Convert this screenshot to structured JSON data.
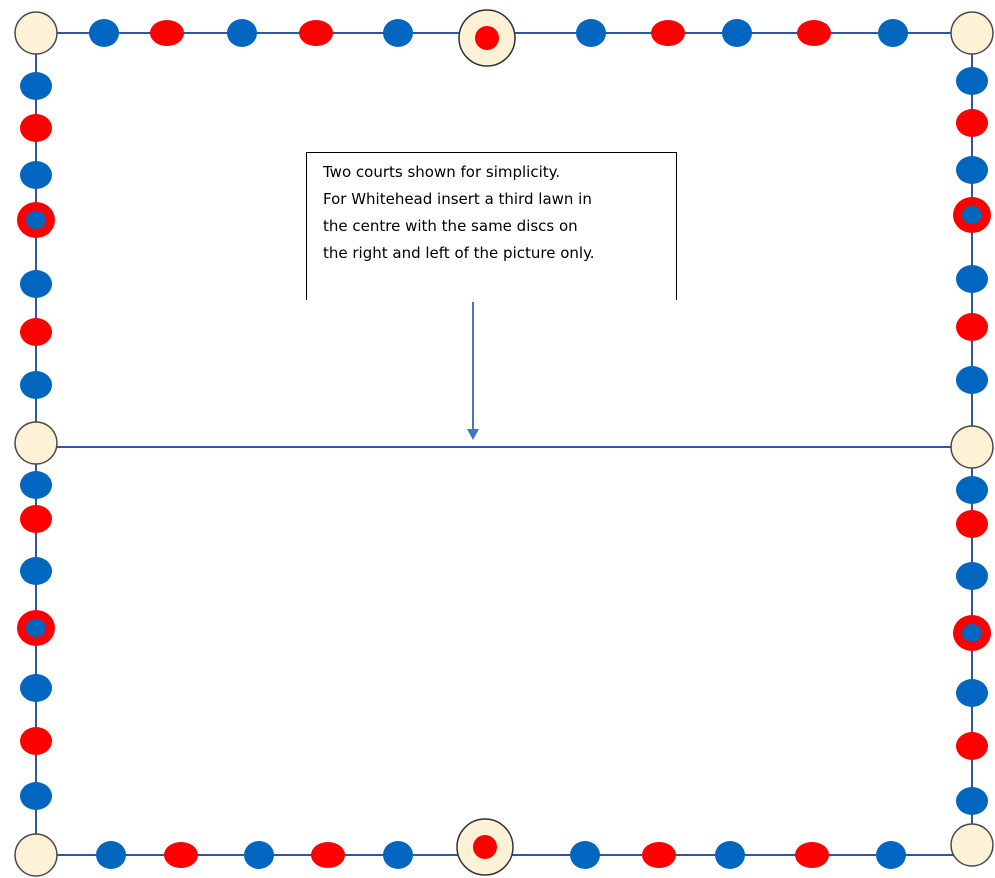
{
  "colors": {
    "line": "#2f55a4",
    "blue_disc": "#0066c0",
    "red_disc": "#ff0000",
    "corner_peg": "#fdf1d6",
    "arrow": "#4472c4"
  },
  "note": {
    "lines": [
      "Two courts shown for simplicity.",
      "For Whitehead insert a third lawn in",
      "the centre with the same discs on",
      "the right and left of the picture only."
    ]
  },
  "border_discs": {
    "top": [
      "blue",
      "red",
      "blue",
      "red",
      "blue",
      "center",
      "blue",
      "red",
      "blue",
      "red",
      "blue"
    ],
    "bottom": [
      "blue",
      "red",
      "blue",
      "red",
      "blue",
      "center",
      "blue",
      "red",
      "blue",
      "red",
      "blue"
    ],
    "left_upper": [
      "blue",
      "red",
      "blue",
      "ring",
      "blue",
      "red",
      "blue"
    ],
    "left_lower": [
      "blue",
      "red",
      "blue",
      "ring",
      "blue",
      "red",
      "blue"
    ],
    "right_upper": [
      "blue",
      "red",
      "blue",
      "ring",
      "blue",
      "red",
      "blue"
    ],
    "right_lower": [
      "blue",
      "red",
      "blue",
      "ring",
      "blue",
      "red",
      "blue"
    ]
  }
}
